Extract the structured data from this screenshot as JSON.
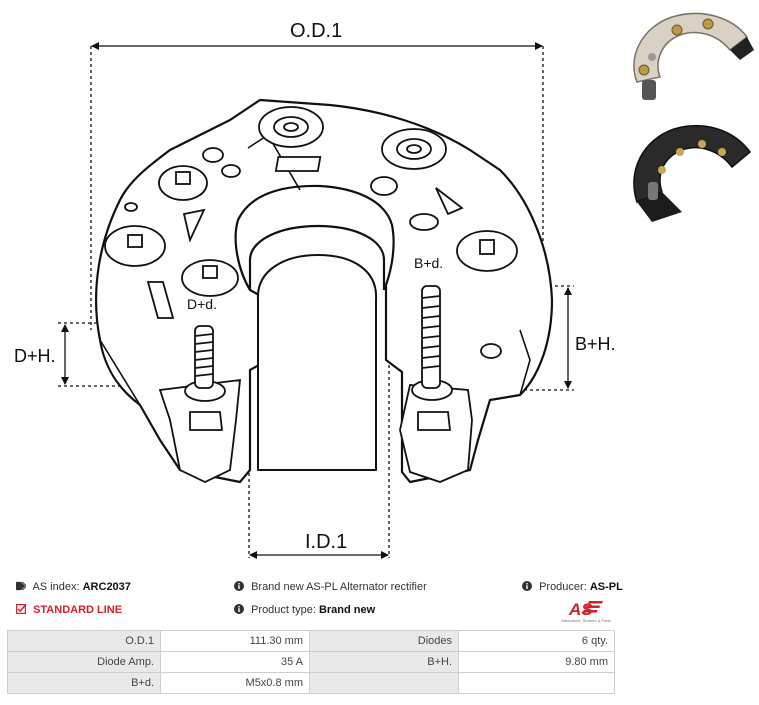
{
  "drawing": {
    "od_label": "O.D.1",
    "id_label": "I.D.1",
    "dh_label": "D+H.",
    "bh_label": "B+H.",
    "dd_label": "D+d.",
    "bd_label": "B+d."
  },
  "info": {
    "as_index_label": "AS index:",
    "as_index_value": "ARC2037",
    "standard_line": "STANDARD LINE",
    "description": "Brand new AS-PL Alternator rectifier",
    "product_type_label": "Product type:",
    "product_type_value": "Brand new",
    "producer_label": "Producer:",
    "producer_value": "AS-PL",
    "logo_text": "AS",
    "logo_subtext": "Alternators, Starters & Parts"
  },
  "specs": [
    {
      "label": "O.D.1",
      "value": "111.30 mm",
      "label2": "Diodes",
      "value2": "6 qty."
    },
    {
      "label": "Diode Amp.",
      "value": "35 A",
      "label2": "B+H.",
      "value2": "9.80 mm"
    },
    {
      "label": "B+d.",
      "value": "M5x0.8 mm",
      "label2": "",
      "value2": ""
    }
  ],
  "colors": {
    "accent": "#d4202a",
    "table_header_bg": "#e9e9e9",
    "border": "#cfcfcf"
  },
  "icons": [
    "tag-icon",
    "info-icon",
    "checkbox-icon"
  ]
}
